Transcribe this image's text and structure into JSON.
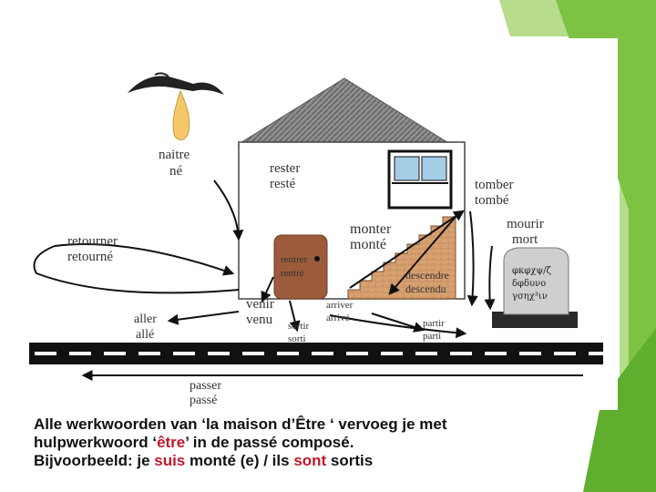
{
  "accent_color": "#7dc242",
  "highlight_color": "#c0182a",
  "diagram": {
    "labels": {
      "naitre_inf": "naitre",
      "naitre_pp": "né",
      "rester_inf": "rester",
      "rester_pp": "resté",
      "tomber_inf": "tomber",
      "tomber_pp": "tombé",
      "monter_inf": "monter",
      "monte_pp": "monté",
      "mourir_inf": "mourir",
      "mourir_pp": "mort",
      "retourner_inf": "retourner",
      "retourner_pp": "retourné",
      "rentrer_inf": "rentrer",
      "rentrer_pp": "rentré",
      "descendre_inf": "descendre",
      "descendre_pp": "descendu",
      "venir_inf": "venir",
      "venir_pp": "venu",
      "arriver_inf": "arriver",
      "arriver_pp": "arrivé",
      "aller_inf": "aller",
      "aller_pp": "allé",
      "sortir_inf": "sortir",
      "sortir_pp": "sorti",
      "partir_inf": "partir",
      "partir_pp": "parti",
      "passer_inf": "passer",
      "passer_pp": "passé"
    },
    "tomb_text": [
      "φκφχψ/ζ",
      "δφδυνο",
      "γσηχ³ιν"
    ]
  },
  "caption": {
    "line1": "Alle werkwoorden van ‘la maison d’Être ‘ vervoeg je met",
    "line2_a": "hulpwerkwoord ‘",
    "line2_b": "être",
    "line2_c": "’ in de passé composé.",
    "line3_a": "Bijvoorbeeld:  je ",
    "line3_b": "suis",
    "line3_c": " monté (e) / ils ",
    "line3_d": "sont",
    "line3_e": " sortis"
  }
}
